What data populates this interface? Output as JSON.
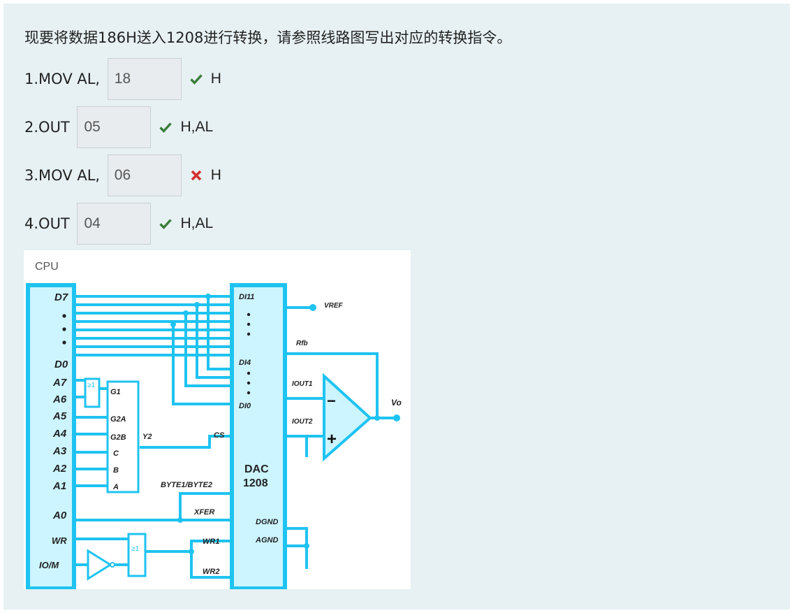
{
  "question": {
    "text": "现要将数据186H送入1208进行转换，请参照线路图写出对应的转换指令。"
  },
  "answers": [
    {
      "prefix": "1.MOV AL, ",
      "value": "18",
      "status": "correct",
      "suffix": "H"
    },
    {
      "prefix": "2.OUT ",
      "value": "05",
      "status": "correct",
      "suffix": "H,AL"
    },
    {
      "prefix": "3.MOV AL, ",
      "value": "06",
      "status": "incorrect",
      "suffix": "H"
    },
    {
      "prefix": "4.OUT ",
      "value": "04",
      "status": "correct",
      "suffix": "H,AL"
    }
  ],
  "colors": {
    "correct": "#3a7d3a",
    "incorrect": "#d32f2f",
    "circuit": "#1fc3f1",
    "chip_fill": "#ccf5ff"
  },
  "diagram": {
    "cpu_label": "CPU",
    "cpu_pins": [
      "D7",
      "D0",
      "A7",
      "A6",
      "A5",
      "A4",
      "A3",
      "A2",
      "A1",
      "A0",
      "WR",
      "IO/M"
    ],
    "decoder_pins": [
      "G1",
      "G2A",
      "G2B",
      "C",
      "B",
      "A"
    ],
    "decoder_output": "Y2",
    "gate_label": "≥1",
    "dac_label": "DAC",
    "dac_model": "1208",
    "dac_pins": [
      "DI11",
      "DI4",
      "DI0",
      "CS",
      "BYTE1/BYTE2",
      "XFER",
      "WR1",
      "WR2",
      "DGND",
      "AGND"
    ],
    "vref": "VREF",
    "rfb": "Rfb",
    "iout1": "IOUT1",
    "iout2": "IOUT2",
    "vo": "Vo",
    "opamp_minus": "−",
    "opamp_plus": "+"
  }
}
